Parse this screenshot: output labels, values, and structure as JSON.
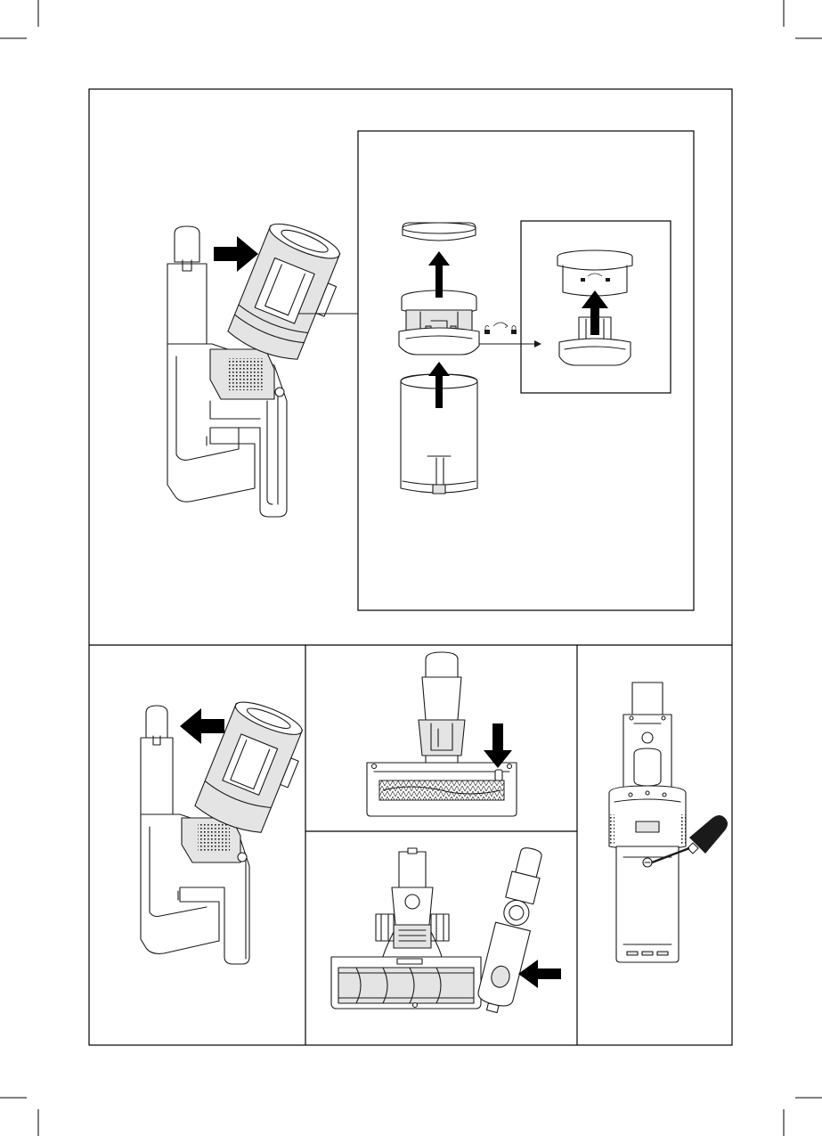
{
  "page": {
    "background": "#ffffff",
    "line_color": "#1a1a1a",
    "arrow_color": "#000000"
  },
  "figures": [
    {
      "id": "dustbin-release",
      "icon": "stick-vacuum-body-icon"
    },
    {
      "id": "dustbin-disassembly",
      "icon": "dustbin-exploded-icon"
    },
    {
      "id": "filter-unlock-detail",
      "icon": "filter-lock-icon"
    },
    {
      "id": "dustbin-reattach",
      "icon": "stick-vacuum-body-icon"
    },
    {
      "id": "brush-release-button",
      "icon": "floor-brush-icon"
    },
    {
      "id": "brush-roll-removal",
      "icon": "brush-roll-icon"
    },
    {
      "id": "battery-screw",
      "icon": "screwdriver-icon"
    }
  ]
}
